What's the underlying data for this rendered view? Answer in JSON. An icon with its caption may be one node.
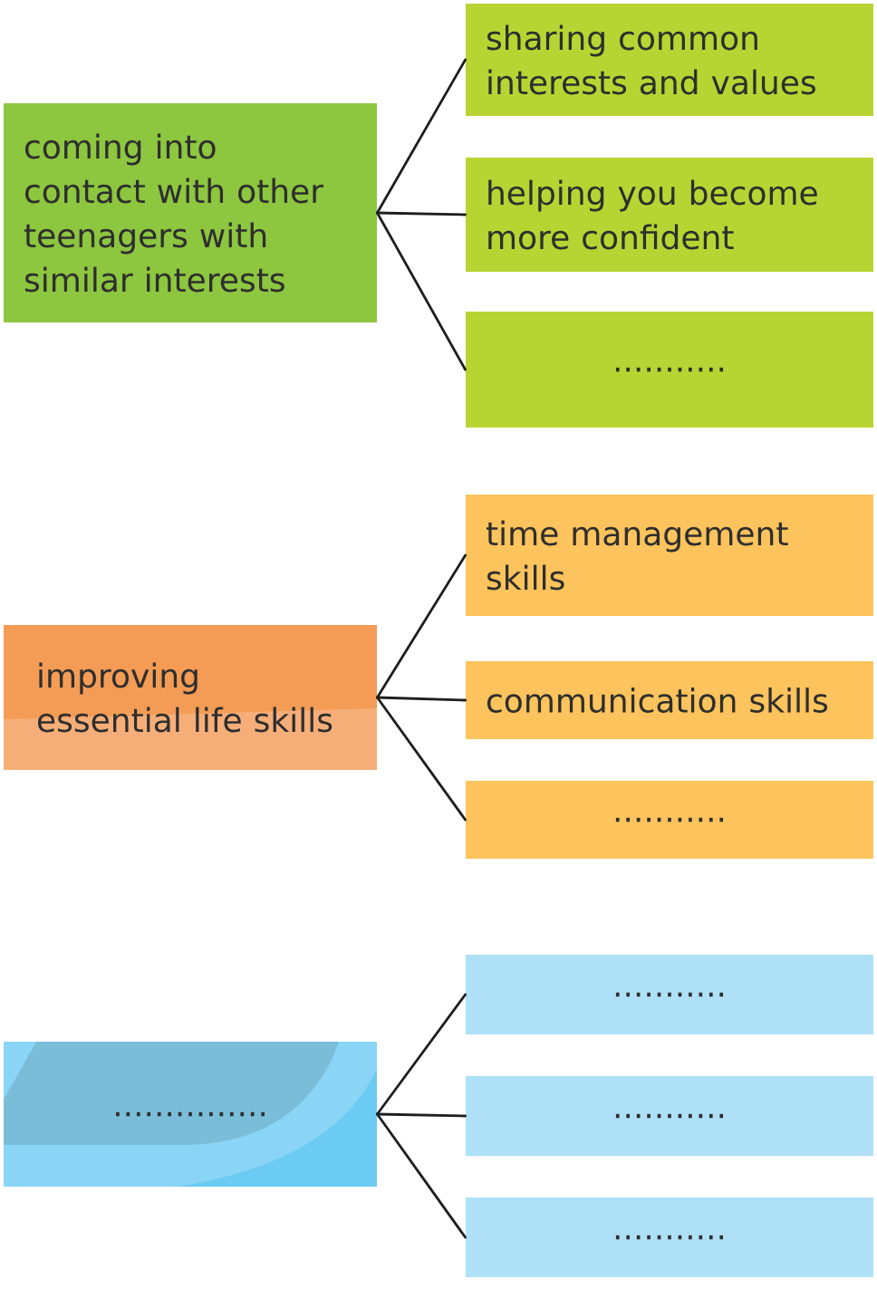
{
  "diagram": {
    "nodes": [
      {
        "text": [
          "coming into contact with other teenagers with similar interests"
        ]
      },
      {
        "text": [
          "sharing common interests and values"
        ]
      },
      {
        "text": [
          "helping you become more confident"
        ]
      },
      {
        "text": [
          "..........."
        ]
      },
      {
        "text": [
          "improving essential life skills"
        ]
      },
      {
        "text": [
          "time management skills"
        ]
      },
      {
        "text": [
          "communication skills"
        ]
      },
      {
        "text": [
          "..........."
        ]
      },
      {
        "text": [
          "..............."
        ]
      },
      {
        "text": [
          "..........."
        ]
      },
      {
        "text": [
          "..........."
        ]
      },
      {
        "text": [
          "..........."
        ]
      }
    ],
    "edges": [
      {
        "from": 0,
        "to": 1,
        "arrow": "none"
      },
      {
        "from": 0,
        "to": 2,
        "arrow": "none"
      },
      {
        "from": 0,
        "to": 3,
        "arrow": "none"
      },
      {
        "from": 4,
        "to": 5,
        "arrow": "none"
      },
      {
        "from": 4,
        "to": 6,
        "arrow": "none"
      },
      {
        "from": 4,
        "to": 7,
        "arrow": "none"
      },
      {
        "from": 8,
        "to": 9,
        "arrow": "none"
      },
      {
        "from": 8,
        "to": 10,
        "arrow": "none"
      },
      {
        "from": 8,
        "to": 11,
        "arrow": "none"
      }
    ]
  }
}
